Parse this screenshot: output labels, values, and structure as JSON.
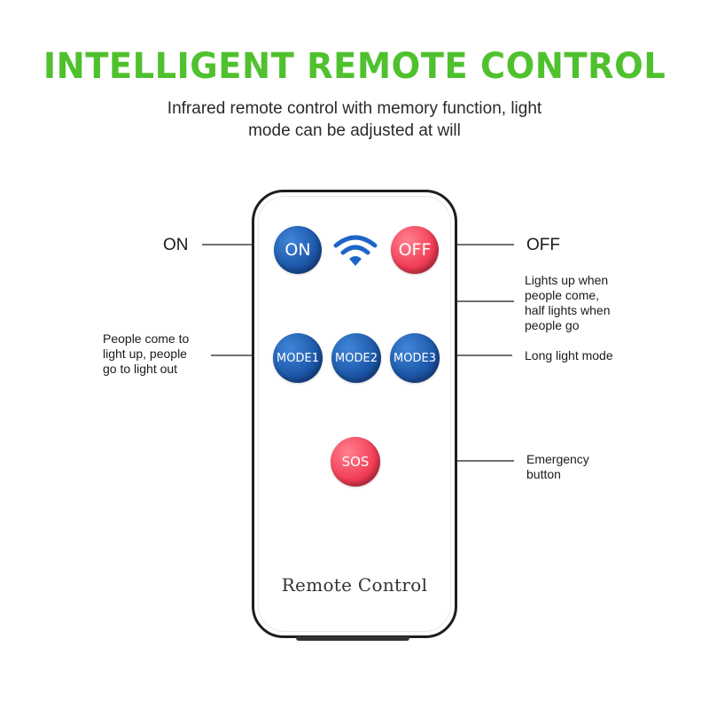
{
  "header": {
    "title": "INTELLIGENT REMOTE CONTROL",
    "subtitle_line1": "Infrared remote control with memory function, light",
    "subtitle_line2": "mode can be adjusted at will"
  },
  "remote": {
    "label": "Remote Control",
    "buttons": {
      "on": "ON",
      "off": "OFF",
      "mode1": "MODE1",
      "mode2": "MODE2",
      "mode3": "MODE3",
      "sos": "SOS"
    },
    "signal_icon": "wifi-signal-icon"
  },
  "callouts": {
    "on": "ON",
    "off": "OFF",
    "mode1": [
      "People come to",
      "light up, people",
      "go to light out"
    ],
    "mode2": [
      "Lights up when",
      "people come,",
      "half lights when",
      "people go"
    ],
    "mode3": "Long light mode",
    "sos": [
      "Emergency",
      "button"
    ]
  },
  "colors": {
    "title_green": "#4fc12e",
    "button_blue": "#1c56a8",
    "button_red": "#f23d55",
    "signal_blue": "#1e64c8"
  }
}
